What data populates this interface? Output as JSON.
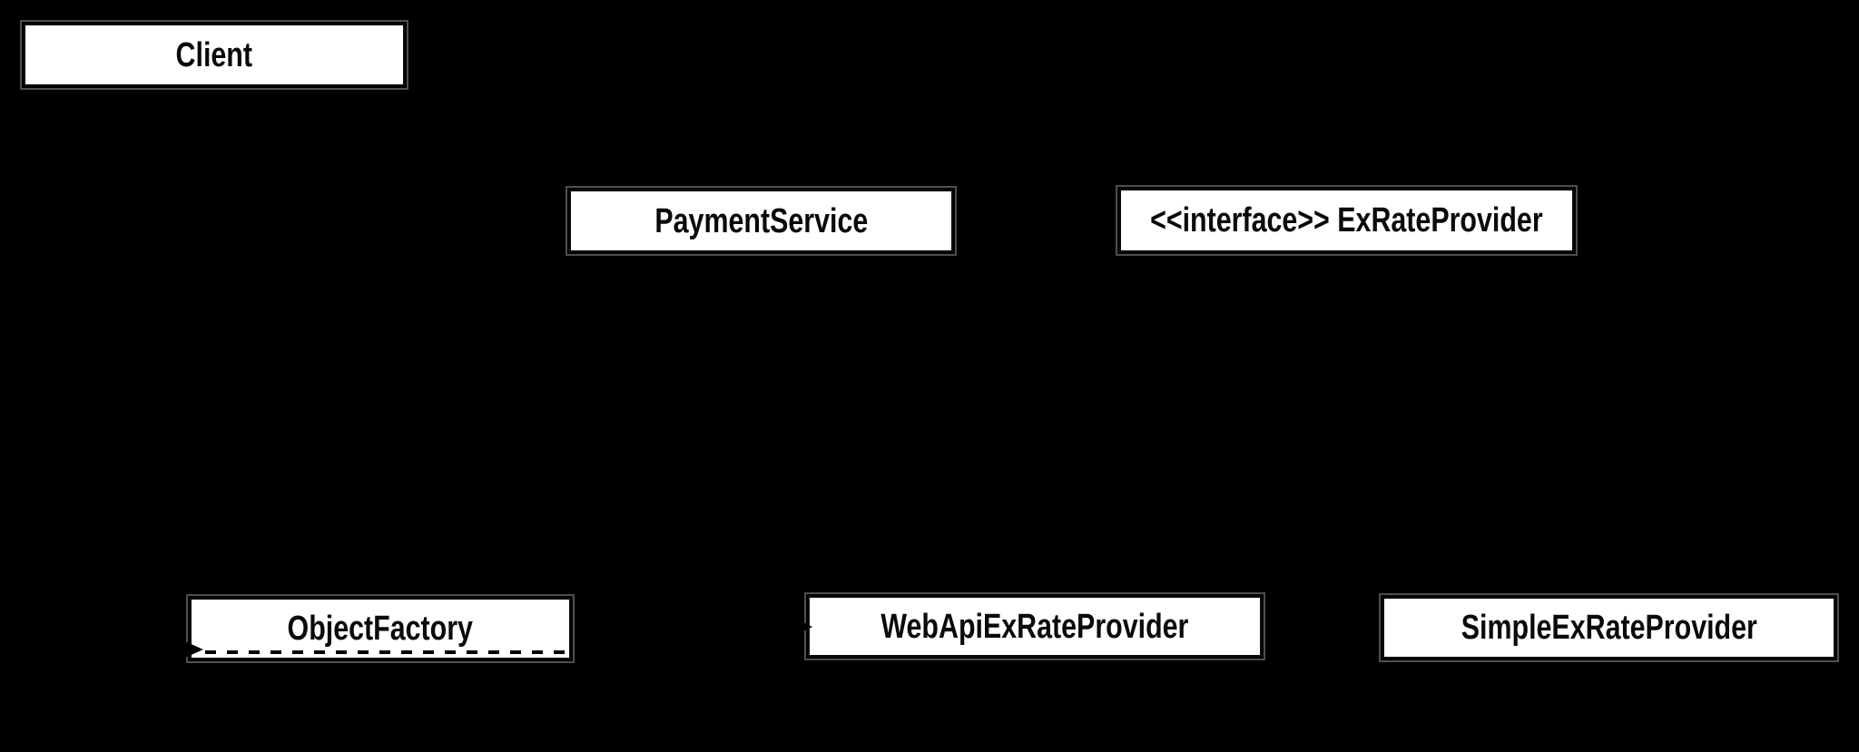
{
  "diagram": {
    "type": "uml-class-diagram",
    "background_color": "#000000",
    "node_fill_color": "#ffffff",
    "node_border_color": "#0b0b0b",
    "node_shadow_outline_color": "#4f4f4f",
    "label_color": "#0a0a0a",
    "nodes": [
      {
        "id": "client",
        "label": "Client"
      },
      {
        "id": "payment-service",
        "label": "PaymentService"
      },
      {
        "id": "exrate-provider-interface",
        "label": "<<interface>> ExRateProvider",
        "stereotype": "interface"
      },
      {
        "id": "object-factory",
        "label": "ObjectFactory"
      },
      {
        "id": "webapi-exrate-provider",
        "label": "WebApiExRateProvider"
      },
      {
        "id": "simple-exrate-provider",
        "label": "SimpleExRateProvider"
      }
    ],
    "connector_fragments": [
      {
        "id": "arrowhead-into-object-factory",
        "type": "solid-black-arrowhead-pointing-right",
        "location": "left edge of ObjectFactory, near bottom"
      },
      {
        "id": "dashed-line-across-object-factory",
        "type": "black-dashed-horizontal-line",
        "location": "across ObjectFactory box near bottom edge"
      },
      {
        "id": "arrow-notch-into-webapi-provider",
        "type": "small-black-arrowhead-pointing-right",
        "location": "left edge center of WebApiExRateProvider"
      }
    ]
  }
}
